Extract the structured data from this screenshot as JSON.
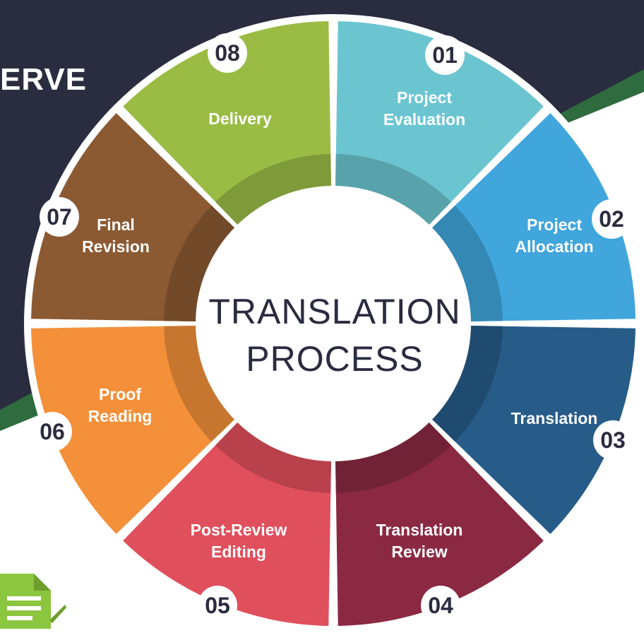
{
  "heading_fragment": "ERVE",
  "center": {
    "line1": "TRANSLATION",
    "line2": "PROCESS"
  },
  "steps": [
    {
      "number": "01",
      "line1": "Project",
      "line2": "Evaluation",
      "color": "#6bc5d1"
    },
    {
      "number": "02",
      "line1": "Project",
      "line2": "Allocation",
      "color": "#40a6dc"
    },
    {
      "number": "03",
      "line1": "Translation",
      "line2": "",
      "color": "#275c89"
    },
    {
      "number": "04",
      "line1": "Translation",
      "line2": "Review",
      "color": "#8b2943"
    },
    {
      "number": "05",
      "line1": "Post-Review",
      "line2": "Editing",
      "color": "#e04f5c"
    },
    {
      "number": "06",
      "line1": "Proof",
      "line2": "Reading",
      "color": "#f39039"
    },
    {
      "number": "07",
      "line1": "Final",
      "line2": "Revision",
      "color": "#8b5a32"
    },
    {
      "number": "08",
      "line1": "Delivery",
      "line2": "",
      "color": "#9abc45"
    }
  ],
  "colors": {
    "navy": "#2a2c3f",
    "green_stripe": "#2e6b3e",
    "document_icon": "#8cc63f"
  },
  "icons": {
    "corner": "document-icon"
  }
}
